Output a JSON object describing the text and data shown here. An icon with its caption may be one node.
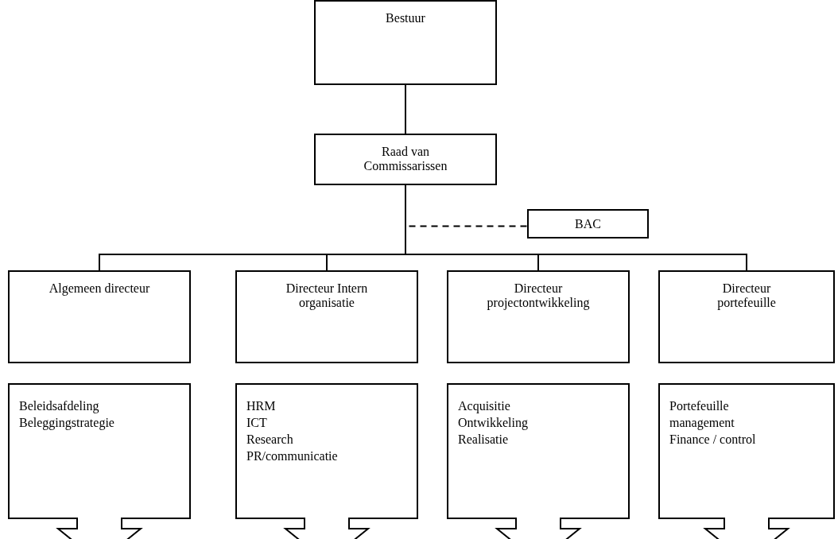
{
  "diagram": {
    "nodes": [
      {
        "text": [
          "Bestuur"
        ]
      },
      {
        "text": [
          "Raad van Commissarissen"
        ]
      },
      {
        "text": [
          "BAC"
        ]
      },
      {
        "text": [
          "Algemeen directeur"
        ]
      },
      {
        "text": [
          "Directeur Intern organisatie"
        ]
      },
      {
        "text": [
          "Directeur projectontwikkeling"
        ]
      },
      {
        "text": [
          "Directeur portefeuille"
        ]
      },
      {
        "text": [
          "Beleidsafdeling",
          "Beleggingstrategie"
        ]
      },
      {
        "text": [
          "HRM",
          "ICT",
          "Research",
          "PR/communicatie"
        ]
      },
      {
        "text": [
          "Acquisitie",
          "Ontwikkeling",
          "Realisatie"
        ]
      },
      {
        "text": [
          "Portefeuille management",
          "Finance / control"
        ]
      }
    ],
    "edges": [
      {
        "from": 0,
        "to": 1,
        "arrow": "none"
      },
      {
        "from": 1,
        "to": 2,
        "arrow": "none",
        "style": "dashed"
      },
      {
        "from": 1,
        "to": 3,
        "arrow": "none"
      },
      {
        "from": 1,
        "to": 4,
        "arrow": "none"
      },
      {
        "from": 1,
        "to": 5,
        "arrow": "none"
      },
      {
        "from": 1,
        "to": 6,
        "arrow": "none"
      }
    ]
  }
}
